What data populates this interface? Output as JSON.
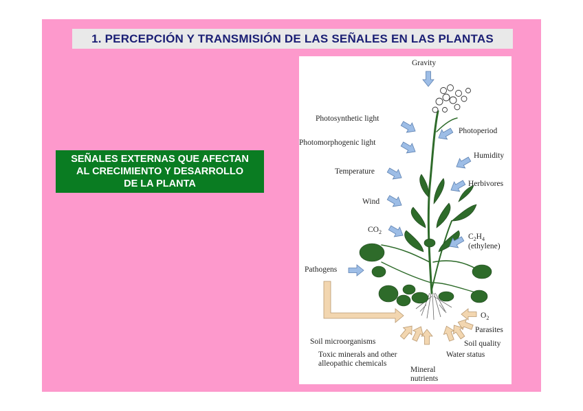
{
  "title": "1. PERCEPCIÓN Y TRANSMISIÓN DE LAS SEÑALES EN LAS PLANTAS",
  "box_lines": [
    "SEÑALES EXTERNAS QUE AFECTAN",
    "AL CRECIMIENTO Y DESARROLLO",
    "DE LA PLANTA"
  ],
  "colors": {
    "background": "#fd99cc",
    "title_bar": "#e9e9e9",
    "title_text": "#1a1e74",
    "box": "#0a7c22",
    "arrow_blue": "#9dbde6",
    "arrow_tan": "#f2d6b0",
    "leaf": "#2e6b2a"
  },
  "figure": {
    "gravity": "Gravity",
    "photosynthetic_light": "Photosynthetic light",
    "photomorphogenic_light": "Photomorphogenic light",
    "temperature": "Temperature",
    "wind": "Wind",
    "co2_main": "CO",
    "co2_sub": "2",
    "pathogens": "Pathogens",
    "photoperiod": "Photoperiod",
    "humidity": "Humidity",
    "herbivores": "Herbivores",
    "c2h4_c": "C",
    "c2h4_sub1": "2",
    "c2h4_h": "H",
    "c2h4_sub2": "4",
    "ethylene": "(ethylene)",
    "o2_main": "O",
    "o2_sub": "2",
    "parasites": "Parasites",
    "soil_quality": "Soil quality",
    "water_status": "Water status",
    "soil_microorganisms": "Soil microorganisms",
    "toxic_1": "Toxic minerals and other",
    "toxic_2": "alleopathic chemicals",
    "mineral_1": "Mineral",
    "mineral_2": "nutrients"
  }
}
